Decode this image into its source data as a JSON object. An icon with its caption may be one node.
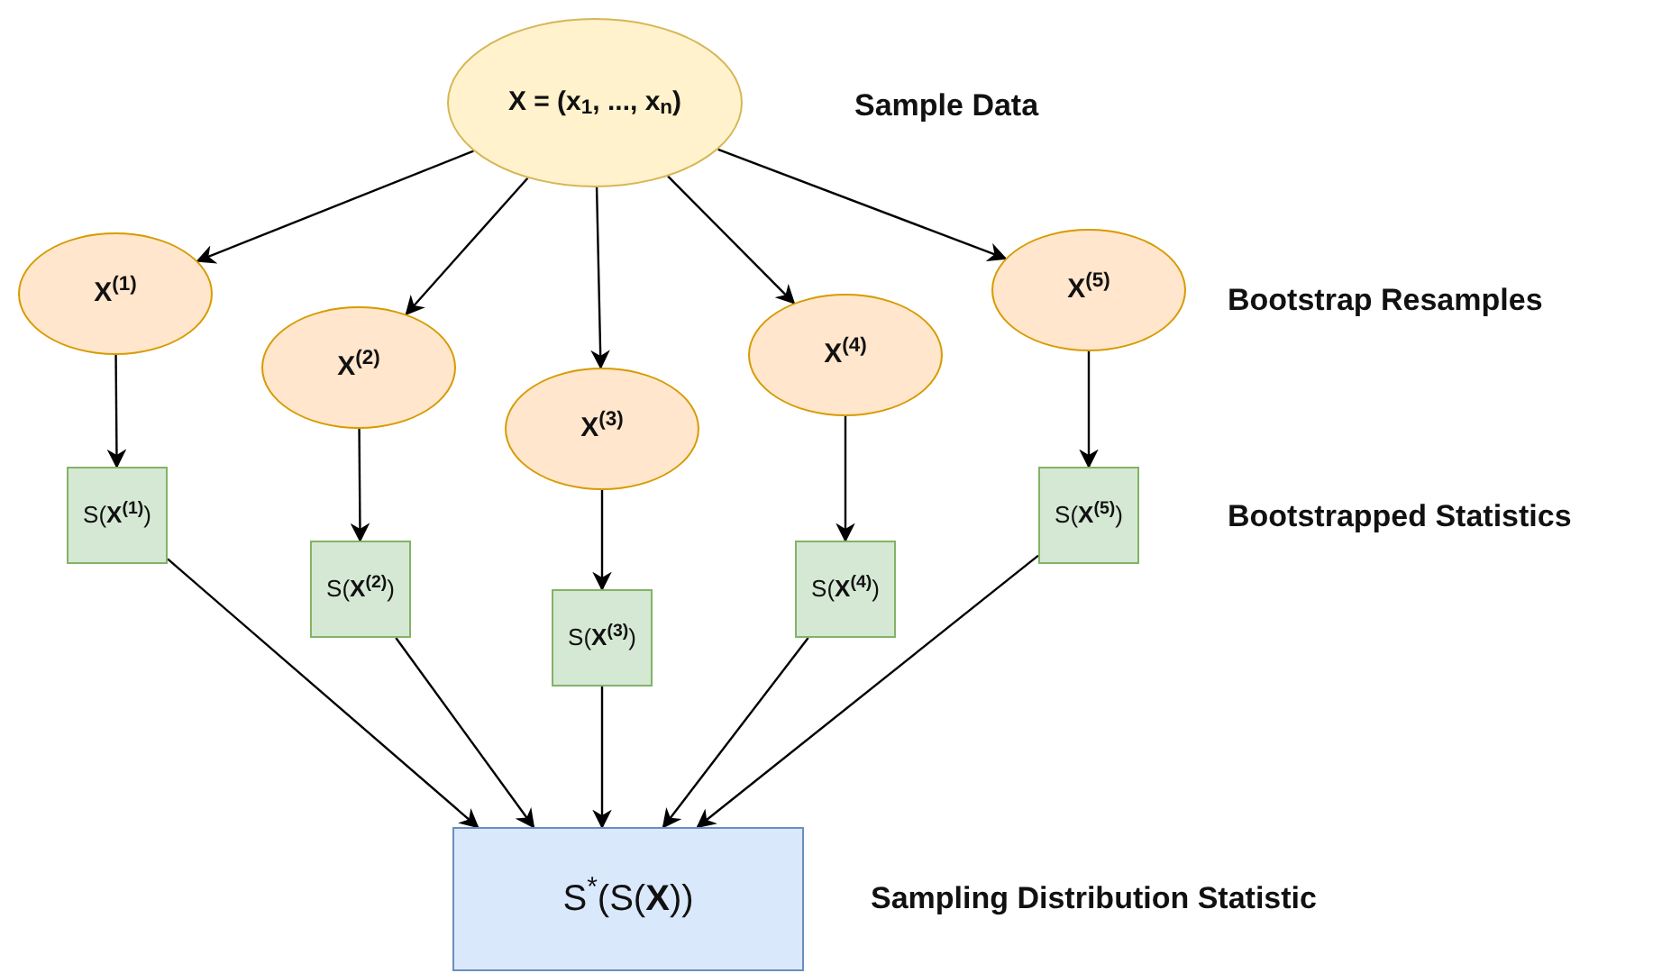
{
  "diagram": {
    "nodes": [
      {
        "text": [
          "X = (x$_{1}$, ..., x$_{n}$)"
        ]
      },
      {
        "text": [
          "X$^{(1)}$"
        ]
      },
      {
        "text": [
          "X$^{(2)}$"
        ]
      },
      {
        "text": [
          "X$^{(3)}$"
        ]
      },
      {
        "text": [
          "X$^{(4)}$"
        ]
      },
      {
        "text": [
          "X$^{(5)}$"
        ]
      },
      {
        "text": [
          "S(**X**$^{(1)}$)"
        ]
      },
      {
        "text": [
          "S(**X**$^{(2)}$)"
        ]
      },
      {
        "text": [
          "S(**X**$^{(3)}$)"
        ]
      },
      {
        "text": [
          "S(**X**$^{(4)}$)"
        ]
      },
      {
        "text": [
          "S(**X**$^{(5)}$)"
        ]
      },
      {
        "text": [
          "S$^{*}$(S(**X**))"
        ]
      }
    ],
    "edges": [
      {
        "from": 0,
        "to": 1,
        "arrow": "to"
      },
      {
        "from": 0,
        "to": 2,
        "arrow": "to"
      },
      {
        "from": 0,
        "to": 3,
        "arrow": "to"
      },
      {
        "from": 0,
        "to": 4,
        "arrow": "to"
      },
      {
        "from": 0,
        "to": 5,
        "arrow": "to"
      },
      {
        "from": 1,
        "to": 6,
        "arrow": "to"
      },
      {
        "from": 2,
        "to": 7,
        "arrow": "to"
      },
      {
        "from": 3,
        "to": 8,
        "arrow": "to"
      },
      {
        "from": 4,
        "to": 9,
        "arrow": "to"
      },
      {
        "from": 5,
        "to": 10,
        "arrow": "to"
      },
      {
        "from": 6,
        "to": 11,
        "arrow": "to"
      },
      {
        "from": 7,
        "to": 11,
        "arrow": "to"
      },
      {
        "from": 8,
        "to": 11,
        "arrow": "to"
      },
      {
        "from": 9,
        "to": 11,
        "arrow": "to"
      },
      {
        "from": 10,
        "to": 11,
        "arrow": "to"
      }
    ],
    "labels": [
      "Sample Data",
      "Bootstrap Resamples",
      "Bootstrapped Statistics",
      "Sampling Distribution Statistic"
    ]
  }
}
